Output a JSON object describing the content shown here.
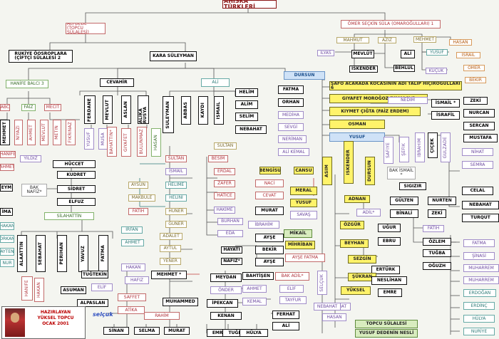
{
  "title": "AHISKA TÜRKLERİ",
  "credit": {
    "line1": "HAZIRLAYAN",
    "line2": "YÜKSEL TOPCU",
    "line3": "OCAK 2001",
    "signature": "selçuk"
  },
  "legend": {
    "line1": "TOPCU SÜLALESİ",
    "line2": "YUSUF DEDENİN NESLİ"
  },
  "nodes": [
    {
      "id": "root",
      "label": "AHISKA TÜRKLERİ"
    },
    {
      "id": "alidede",
      "label": "ALİ DEDE\n(TOPCU SÜLALESİ)"
    },
    {
      "id": "omer",
      "label": "ÖMER SEÇKİN SÜLA (OMAROĞULLARI) 1"
    },
    {
      "id": "rukiye",
      "label": "RUKİYE ÖOSROPLARA\n(ÇİFTÇİ SÜLALESİ 2"
    },
    {
      "id": "karasuleyman",
      "label": "KARA SÜLEYMAN"
    },
    {
      "id": "mahmut",
      "label": "MAHMUT"
    },
    {
      "id": "aziz",
      "label": "AZİZ"
    },
    {
      "id": "mehmet_o",
      "label": "MEHMET"
    },
    {
      "id": "hasan_o",
      "label": "HASAN"
    },
    {
      "id": "ilyas",
      "label": "İLYAS"
    },
    {
      "id": "mevlut_o",
      "label": "MEVLÜT"
    },
    {
      "id": "ali_o",
      "label": "ALİ"
    },
    {
      "id": "yusuf_o",
      "label": "YUSUF"
    },
    {
      "id": "israil_o",
      "label": "İSRAİL"
    },
    {
      "id": "iskender_o",
      "label": "İSKENDER"
    },
    {
      "id": "behlul",
      "label": "BEHLÜL"
    },
    {
      "id": "kucuk",
      "label": "KÜÇÜK"
    },
    {
      "id": "omer2",
      "label": "ÖMER"
    },
    {
      "id": "bekir_o",
      "label": "BEKİR"
    },
    {
      "id": "hanife",
      "label": "HANİFE BALCI 3"
    },
    {
      "id": "cevahir",
      "label": "CEVAHİR"
    },
    {
      "id": "ali_k",
      "label": "ALİ"
    },
    {
      "id": "dursun",
      "label": "DURSUN"
    },
    {
      "id": "abc",
      "label": "ABC"
    },
    {
      "id": "faiz",
      "label": "FAİZ"
    },
    {
      "id": "mecit",
      "label": "MECİT"
    },
    {
      "id": "mehmet_h",
      "label": "MEHMET"
    },
    {
      "id": "niyazi",
      "label": "NİYAZİ"
    },
    {
      "id": "ahmet_h",
      "label": "AHMET"
    },
    {
      "id": "mevlut_h",
      "label": "MEVLÜT"
    },
    {
      "id": "metin",
      "label": "METİN"
    },
    {
      "id": "fikrinaz",
      "label": "FİKRİNAZ"
    },
    {
      "id": "hanife2",
      "label": "HANİFE"
    },
    {
      "id": "yildiz",
      "label": "YILDIZ"
    },
    {
      "id": "ahmet_x",
      "label": "AHMET"
    },
    {
      "id": "ferdane",
      "label": "FERDANE"
    },
    {
      "id": "mevlut_c",
      "label": "MEVLÜT"
    },
    {
      "id": "aslan",
      "label": "ASLAN"
    },
    {
      "id": "aliki",
      "label": "ALİKA RUSYA"
    },
    {
      "id": "yusuf_c",
      "label": "YUSUF"
    },
    {
      "id": "musa",
      "label": "MUSA"
    },
    {
      "id": "bahattin",
      "label": "BAHATTİN*"
    },
    {
      "id": "giyafet_c",
      "label": "GIYAFET"
    },
    {
      "id": "bulunmaz",
      "label": "BULUNMAZ"
    },
    {
      "id": "hasan_c",
      "label": "HASAN"
    },
    {
      "id": "huccet",
      "label": "HÜCCET"
    },
    {
      "id": "kudret",
      "label": "KUDRET"
    },
    {
      "id": "sidret",
      "label": "SİDRET"
    },
    {
      "id": "elfuz",
      "label": "ELFUZ"
    },
    {
      "id": "baknafiz",
      "label": "BAK NAFİZ*"
    },
    {
      "id": "eym",
      "label": "EYM"
    },
    {
      "id": "lima",
      "label": "İMA"
    },
    {
      "id": "silahattin",
      "label": "SİLAHATTİN"
    },
    {
      "id": "hakan_l",
      "label": "HAKAN"
    },
    {
      "id": "orkan",
      "label": "ORKAN"
    },
    {
      "id": "ayten",
      "label": "AYTEN"
    },
    {
      "id": "nur",
      "label": "NUR"
    },
    {
      "id": "alaattin",
      "label": "ALAATTİN"
    },
    {
      "id": "sebahat",
      "label": "SEBAHAT"
    },
    {
      "id": "perihan",
      "label": "PERİHAN"
    },
    {
      "id": "yavuz",
      "label": "YAVUZ"
    },
    {
      "id": "fatma_s",
      "label": "FATMA"
    },
    {
      "id": "hanife_s",
      "label": "HANİFE"
    },
    {
      "id": "hakan_s",
      "label": "HAKAN"
    },
    {
      "id": "sultan_c",
      "label": "SULTAN"
    },
    {
      "id": "ismail_c",
      "label": "İSMAİL"
    },
    {
      "id": "aysun",
      "label": "AYSUN"
    },
    {
      "id": "makbule",
      "label": "MAKBULE"
    },
    {
      "id": "fatih_c",
      "label": "FATİH"
    },
    {
      "id": "helime",
      "label": "HELİME"
    },
    {
      "id": "helini",
      "label": "HELİNİ"
    },
    {
      "id": "huner",
      "label": "HÜNER"
    },
    {
      "id": "guner",
      "label": "GÜNER"
    },
    {
      "id": "irfan",
      "label": "İRFAN"
    },
    {
      "id": "adalet",
      "label": "ADALET"
    },
    {
      "id": "ahmet_c",
      "label": "AHMET"
    },
    {
      "id": "aytul",
      "label": "AYTUL"
    },
    {
      "id": "yener",
      "label": "YENER"
    },
    {
      "id": "suleyman",
      "label": "SÜLEYMAN"
    },
    {
      "id": "abbas",
      "label": "ABBAS"
    },
    {
      "id": "kaydi",
      "label": "KAYDI"
    },
    {
      "id": "ismail_a",
      "label": "İSMAİL"
    },
    {
      "id": "sultan_a",
      "label": "SULTAN"
    },
    {
      "id": "besim",
      "label": "BESİM"
    },
    {
      "id": "erdal",
      "label": "ERDAL"
    },
    {
      "id": "zafer",
      "label": "ZAFER"
    },
    {
      "id": "hatice",
      "label": "HATİCE"
    },
    {
      "id": "hakime",
      "label": "HAKİME"
    },
    {
      "id": "burhan",
      "label": "BURHAN"
    },
    {
      "id": "eda",
      "label": "EDA"
    },
    {
      "id": "hayati",
      "label": "HAYATİ"
    },
    {
      "id": "nafiz",
      "label": "NAFİZ*"
    },
    {
      "id": "helim",
      "label": "HELİM"
    },
    {
      "id": "alim",
      "label": "ALİM"
    },
    {
      "id": "selim",
      "label": "SELİM"
    },
    {
      "id": "nebahat_a",
      "label": "NEBAHAT"
    },
    {
      "id": "fatma_a",
      "label": "FATMA"
    },
    {
      "id": "orhan",
      "label": "ORHAN"
    },
    {
      "id": "medina",
      "label": "MEDİHA"
    },
    {
      "id": "sevgi",
      "label": "SEVGİ"
    },
    {
      "id": "neriman",
      "label": "NERİMAN"
    },
    {
      "id": "alikemal",
      "label": "ALİ KEMAL"
    },
    {
      "id": "bengisu",
      "label": "BENGİSU"
    },
    {
      "id": "cansu",
      "label": "CANSU"
    },
    {
      "id": "naci",
      "label": "NACİ"
    },
    {
      "id": "cevat",
      "label": "CEVAT"
    },
    {
      "id": "murat_a",
      "label": "MURAT"
    },
    {
      "id": "ibrahim",
      "label": "İBRAHİM"
    },
    {
      "id": "ayse_a",
      "label": "AYŞE"
    },
    {
      "id": "bekir_a",
      "label": "BEKİR"
    },
    {
      "id": "ayse_b",
      "label": "AYŞE"
    },
    {
      "id": "meral",
      "label": "MERAL"
    },
    {
      "id": "yusuf_m",
      "label": "YUSUF"
    },
    {
      "id": "savas",
      "label": "SAVAŞ"
    },
    {
      "id": "mikail",
      "label": "MİKAİL"
    },
    {
      "id": "mihriban",
      "label": "MİHRİBAN"
    },
    {
      "id": "aysefatma",
      "label": "AYŞE FATMA"
    },
    {
      "id": "safo",
      "label": "ŞAFO ACARADA KOCASININ ADI TALİP HIÇIROGULLARI 6"
    },
    {
      "id": "giyafet_y",
      "label": "GIYAFET MOROĞOZ (YAMAÇLI)"
    },
    {
      "id": "kiymet",
      "label": "KIYMET ÇIĞTA (FAİZ ERDEM)"
    },
    {
      "id": "osman",
      "label": "OSMAN"
    },
    {
      "id": "yusuf_d",
      "label": "YUSUF"
    },
    {
      "id": "nedim",
      "label": "NEDİM"
    },
    {
      "id": "ismail_n",
      "label": "İSMAİL *"
    },
    {
      "id": "israfil",
      "label": "İSRAFİL"
    },
    {
      "id": "zeki_r",
      "label": "ZEKİ"
    },
    {
      "id": "nurcan",
      "label": "NURCAN"
    },
    {
      "id": "sercan",
      "label": "SERCAN"
    },
    {
      "id": "mustafa",
      "label": "MUSTAFA"
    },
    {
      "id": "asim",
      "label": "ASIM"
    },
    {
      "id": "iskender_d",
      "label": "İSKENDER"
    },
    {
      "id": "dursun_d",
      "label": "DURSUN"
    },
    {
      "id": "adnan",
      "label": "ADNAN"
    },
    {
      "id": "adil",
      "label": "ADİL*"
    },
    {
      "id": "ozgur",
      "label": "ÖZGÜR"
    },
    {
      "id": "ugur",
      "label": "UĞUR"
    },
    {
      "id": "beyhan",
      "label": "BEYHAN"
    },
    {
      "id": "ebru",
      "label": "EBRU"
    },
    {
      "id": "sezgin",
      "label": "SEZGİN"
    },
    {
      "id": "erturk",
      "label": "ERTÜRK"
    },
    {
      "id": "sukran",
      "label": "ŞÜKRAN"
    },
    {
      "id": "neslihan",
      "label": "NESLİHAN"
    },
    {
      "id": "yuksel",
      "label": "YÜKSEL"
    },
    {
      "id": "emre",
      "label": "EMRE"
    },
    {
      "id": "selcuk",
      "label": "SELÇUK"
    },
    {
      "id": "nebahat_s",
      "label": "NEBAHAT"
    },
    {
      "id": "hasan_s",
      "label": "HASAN"
    },
    {
      "id": "safiye",
      "label": "SAFİYE"
    },
    {
      "id": "sefik",
      "label": "ŞEFİK"
    },
    {
      "id": "ibrahim_r",
      "label": "İBRAHİM"
    },
    {
      "id": "cicek",
      "label": "ÇİÇEK"
    },
    {
      "id": "gulzade",
      "label": "GÜLZADE"
    },
    {
      "id": "bakismail",
      "label": "BAK İSMAİL *"
    },
    {
      "id": "sigzir",
      "label": "SIGIZIR"
    },
    {
      "id": "gulten",
      "label": "GÜLTEN"
    },
    {
      "id": "nurten",
      "label": "NURTEN"
    },
    {
      "id": "binali",
      "label": "BİNALİ"
    },
    {
      "id": "zeki_b",
      "label": "ZEKİ"
    },
    {
      "id": "fatih_b",
      "label": "FATİH"
    },
    {
      "id": "nihat",
      "label": "NİHAT"
    },
    {
      "id": "semra",
      "label": "SEMRA"
    },
    {
      "id": "celal",
      "label": "CELAL"
    },
    {
      "id": "nebahat_r",
      "label": "NEBAHAT"
    },
    {
      "id": "turqut",
      "label": "TURQUT"
    },
    {
      "id": "ozlem",
      "label": "ÖZLEM"
    },
    {
      "id": "tugba_r",
      "label": "TUĞBA"
    },
    {
      "id": "oguzh",
      "label": "OĞUZH"
    },
    {
      "id": "fatma_r",
      "label": "FATMA"
    },
    {
      "id": "sinasi",
      "label": "ŞİNASİ"
    },
    {
      "id": "muharrem1",
      "label": "MUHARREM"
    },
    {
      "id": "muharrem2",
      "label": "MUHARREM"
    },
    {
      "id": "erdogan",
      "label": "ERDOĞAN"
    },
    {
      "id": "erdinc",
      "label": "ERDİNÇ"
    },
    {
      "id": "hulya_r",
      "label": "HÜLYA"
    },
    {
      "id": "nurive",
      "label": "NURİYE"
    },
    {
      "id": "tugtekin",
      "label": "TUĞTEKİN"
    },
    {
      "id": "hakan_m",
      "label": "HAKAN"
    },
    {
      "id": "hafiz",
      "label": "HAFIZ"
    },
    {
      "id": "mehmet_m",
      "label": "MEHMET *"
    },
    {
      "id": "asuman",
      "label": "ASUMAN"
    },
    {
      "id": "elif_m",
      "label": "ELİF"
    },
    {
      "id": "saffet",
      "label": "SAFFET"
    },
    {
      "id": "alpaslan",
      "label": "ALPASLAN"
    },
    {
      "id": "muhammed",
      "label": "MUHAMMED"
    },
    {
      "id": "atika",
      "label": "ATİKA"
    },
    {
      "id": "rahim",
      "label": "RAHİM"
    },
    {
      "id": "sinan",
      "label": "SİNAN"
    },
    {
      "id": "selma",
      "label": "SELMA"
    },
    {
      "id": "murat_m",
      "label": "MURAT"
    },
    {
      "id": "meydan",
      "label": "MEYDAN"
    },
    {
      "id": "onder",
      "label": "ÖNDER"
    },
    {
      "id": "ipekcan",
      "label": "İPEKCAN"
    },
    {
      "id": "kenan",
      "label": "KENAN"
    },
    {
      "id": "emrah",
      "label": "EMRAH"
    },
    {
      "id": "tugba_b",
      "label": "TUĞBA"
    },
    {
      "id": "hulya_b",
      "label": "HÜLYA"
    },
    {
      "id": "bahtisen",
      "label": "BAHTİŞEN"
    },
    {
      "id": "bakadil",
      "label": "BAK ADİL*"
    },
    {
      "id": "ahmet_m",
      "label": "AHMET"
    },
    {
      "id": "elif_k",
      "label": "ELİF"
    },
    {
      "id": "kemal",
      "label": "KEMAL"
    },
    {
      "id": "tayfur",
      "label": "TAYFUR"
    },
    {
      "id": "ferhat",
      "label": "FERHAT"
    },
    {
      "id": "ali_b",
      "label": "ALİ"
    },
    {
      "id": "nebahat_b",
      "label": "NEBAHAT"
    }
  ]
}
